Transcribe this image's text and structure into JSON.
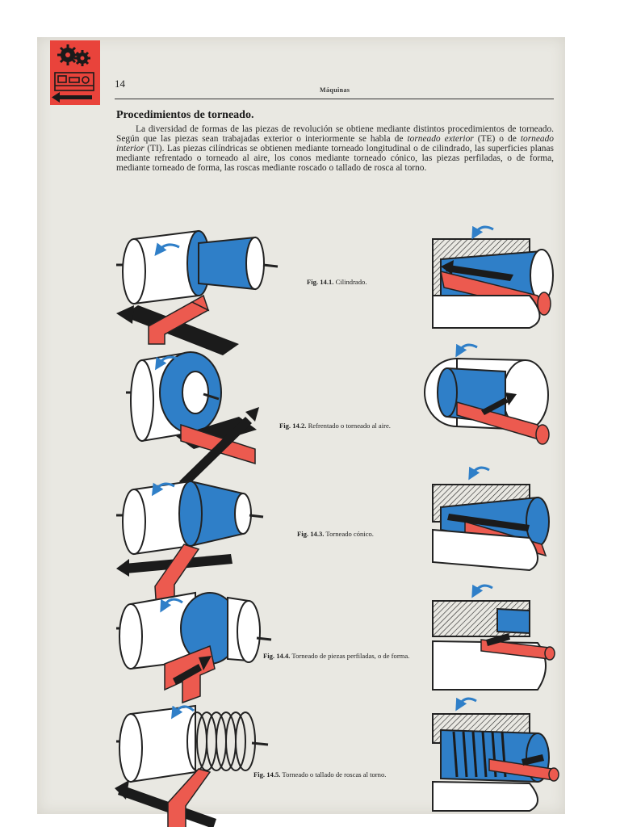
{
  "header": {
    "page_number": "14",
    "running_head": "Máquinas"
  },
  "section": {
    "title": "Procedimientos de torneado.",
    "paragraph": [
      {
        "t": "La diversidad de formas de las piezas de revolución se obtiene mediante distintos procedimientos de torneado. Según que las piezas sean trabajadas exterior o interiormente se habla de ",
        "i": false
      },
      {
        "t": "torneado exterior",
        "i": true
      },
      {
        "t": " (TE) o de ",
        "i": false
      },
      {
        "t": "torneado interior",
        "i": true
      },
      {
        "t": " (TI). Las piezas cilíndricas se obtienen mediante torneado longitudinal o de cilindrado, las superficies planas mediante refrentado o torneado al aire, los conos mediante torneado cónico, las piezas perfiladas, o de forma, mediante torneado de forma, las roscas mediante roscado o tallado de rosca al torno.",
        "i": false
      }
    ]
  },
  "figures": [
    {
      "number": "Fig. 14.1.",
      "caption": "Cilindrado."
    },
    {
      "number": "Fig. 14.2.",
      "caption": "Refrentado o torneado al aire."
    },
    {
      "number": "Fig. 14.3.",
      "caption": "Torneado cónico."
    },
    {
      "number": "Fig. 14.4.",
      "caption": "Torneado de piezas perfiladas, o de forma."
    },
    {
      "number": "Fig. 14.5.",
      "caption": "Torneado o tallado de roscas al torno."
    }
  ],
  "colors": {
    "tool_red": "#ec5a4f",
    "workpiece_blue": "#2f7fc8",
    "arrow_black": "#1b1b1b",
    "logo_red": "#e9433b",
    "paper": "#e9e8e2"
  },
  "icons": [
    "gears-logo-icon",
    "machine-logo-icon",
    "logo-arrow-icon",
    "rotation-arrow-icon",
    "feed-arrow-icon"
  ]
}
